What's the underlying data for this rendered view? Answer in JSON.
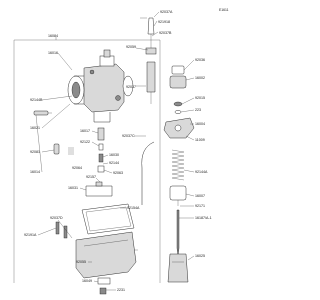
{
  "diagram": {
    "ref_code": "E1611",
    "callouts": {
      "c92037A": "92037A",
      "c921918": "921918",
      "c92037B": "92037B",
      "c16084": "16084",
      "c16016": "16016",
      "c92144B": "92144B",
      "c16021": "16021",
      "c92081": "92081",
      "c16014": "16014",
      "c16017": "16017",
      "c92122": "92122",
      "c92059": "92059",
      "c92037": "92037",
      "c92037C": "92037C",
      "c92036": "92036",
      "c16002": "16002",
      "c92015": "92015",
      "c223": "223",
      "c16004": "16004",
      "c11009": "11009",
      "c92157": "92157",
      "c16030": "16030",
      "c16031": "16031",
      "c92144": "92144",
      "c92144A": "92144A",
      "c92063": "92063",
      "c92064": "92064",
      "c16007": "16007",
      "c92171": "92171",
      "c16187": "16187/A-1",
      "c16025": "16025",
      "c92154A": "92154A",
      "c92055": "92055",
      "c16049": "16049",
      "c2231": "2231",
      "c92191A": "92191A",
      "c92037D": "92037D"
    }
  }
}
